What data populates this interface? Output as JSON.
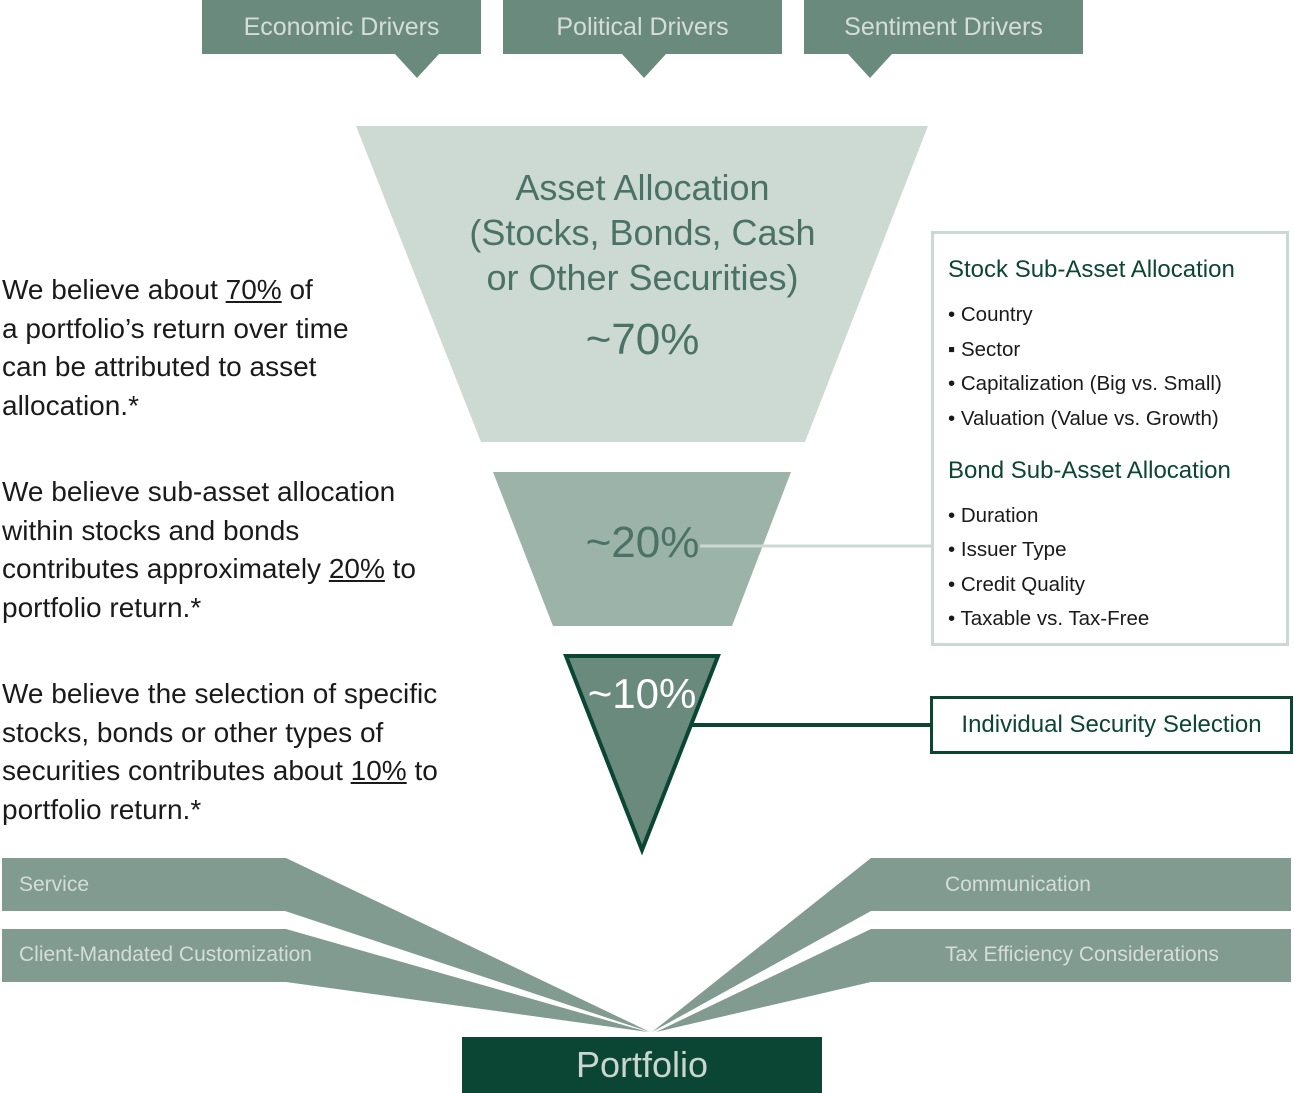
{
  "colors": {
    "driver_bg": "#6b8a7e",
    "funnel_top": "#cdd9d3",
    "funnel_mid": "#9bb3a9",
    "funnel_bottom": "#6b8a7e",
    "dark_green": "#0b4533",
    "band": "#819b90",
    "funnel_text": "#4a7366"
  },
  "drivers": [
    {
      "label": "Economic Drivers"
    },
    {
      "label": "Political Drivers"
    },
    {
      "label": "Sentiment Drivers"
    }
  ],
  "funnel": {
    "asset_allocation": {
      "title_lines": [
        "Asset Allocation",
        "(Stocks, Bonds, Cash",
        "or Other Securities)"
      ],
      "percent": "~70%"
    },
    "sub_asset": {
      "percent": "~20%"
    },
    "security_selection": {
      "percent": "~10%"
    }
  },
  "statements": [
    {
      "pre": "We believe about ",
      "highlight": "70%",
      "post_lines": [
        " of",
        "a portfolio’s return over time",
        "can be attributed to asset",
        "allocation.*"
      ]
    },
    {
      "lines": [
        "We believe sub-asset allocation",
        "within stocks and bonds",
        "contributes approximately "
      ],
      "highlight": "20%",
      "post": " to",
      "last": "portfolio return.*"
    },
    {
      "lines": [
        "We believe the selection of specific",
        "stocks, bonds or other types of",
        "securities contributes about "
      ],
      "highlight": "10%",
      "post": " to",
      "last": "portfolio return.*"
    }
  ],
  "sub_asset_box": {
    "stock_heading": "Stock Sub-Asset Allocation",
    "stock_items": [
      "• Country",
      "▪ Sector",
      "• Capitalization (Big vs. Small)",
      "• Valuation (Value vs. Growth)"
    ],
    "bond_heading": "Bond Sub-Asset Allocation",
    "bond_items": [
      "• Duration",
      "• Issuer Type",
      "• Credit Quality",
      "• Taxable vs. Tax-Free"
    ]
  },
  "security_selection_label": "Individual Security Selection",
  "bands": {
    "left": [
      "Service",
      "Client-Mandated Customization"
    ],
    "right": [
      "Communication",
      "Tax Efficiency Considerations"
    ]
  },
  "portfolio_label": "Portfolio"
}
